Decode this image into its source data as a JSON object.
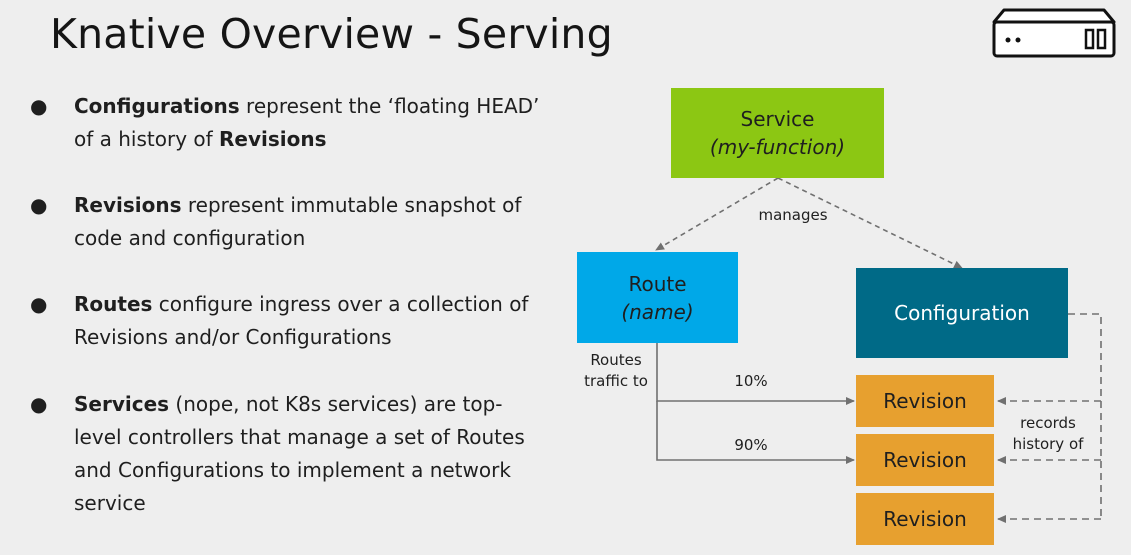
{
  "slide": {
    "title": "Knative Overview - Serving"
  },
  "icons": {
    "top_right": "server-icon"
  },
  "bullets": [
    {
      "marker": "●",
      "bold": "Configurations",
      "rest": " represent the ‘floating HEAD’ of a history of ",
      "bold2": "Revisions"
    },
    {
      "marker": "●",
      "bold": "Revisions",
      "rest": " represent immutable snapshot of code and configuration",
      "bold2": ""
    },
    {
      "marker": "●",
      "bold": "Routes",
      "rest": " configure ingress over a collection of Revisions and/or Configurations",
      "bold2": ""
    },
    {
      "marker": "●",
      "bold": "Services",
      "rest": " (nope, not K8s services) are top-level controllers that manage a set of Routes and Configurations to implement a network service",
      "bold2": ""
    }
  ],
  "diagram": {
    "service": {
      "label": "Service",
      "sub": "(my-function)",
      "color": "#8cc713"
    },
    "route": {
      "label": "Route",
      "sub": "(name)",
      "color": "#00a8e8"
    },
    "configuration": {
      "label": "Configuration",
      "color": "#006a87"
    },
    "revisions": [
      {
        "label": "Revision",
        "color": "#e7a02f"
      },
      {
        "label": "Revision",
        "color": "#e7a02f"
      },
      {
        "label": "Revision",
        "color": "#e7a02f"
      }
    ],
    "edge_labels": {
      "manages": "manages",
      "routes_traffic_line1": "Routes",
      "routes_traffic_line2": "traffic to",
      "pct_top": "10%",
      "pct_bottom": "90%",
      "records_line1": "records",
      "records_line2": "history of"
    },
    "line_color": "#707070"
  }
}
